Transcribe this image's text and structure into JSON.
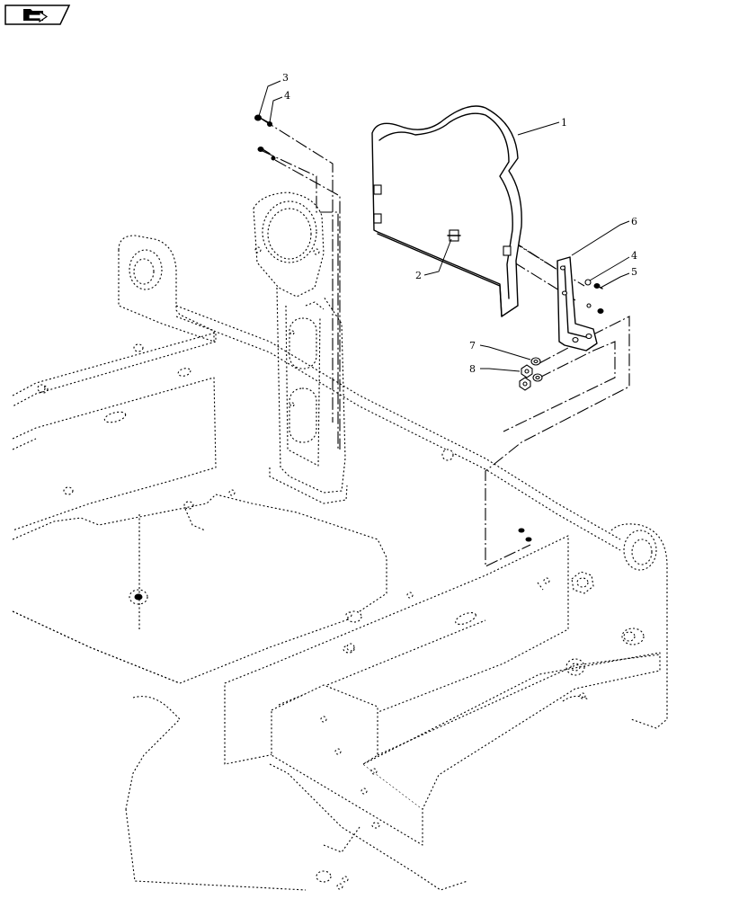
{
  "nav_icon": "folder-arrow-icon",
  "callouts": [
    {
      "id": "c1",
      "text": "1"
    },
    {
      "id": "c2",
      "text": "2"
    },
    {
      "id": "c3",
      "text": "3"
    },
    {
      "id": "c4a",
      "text": "4"
    },
    {
      "id": "c4b",
      "text": "4"
    },
    {
      "id": "c5",
      "text": "5"
    },
    {
      "id": "c6",
      "text": "6"
    },
    {
      "id": "c7",
      "text": "7"
    },
    {
      "id": "c8",
      "text": "8"
    }
  ]
}
